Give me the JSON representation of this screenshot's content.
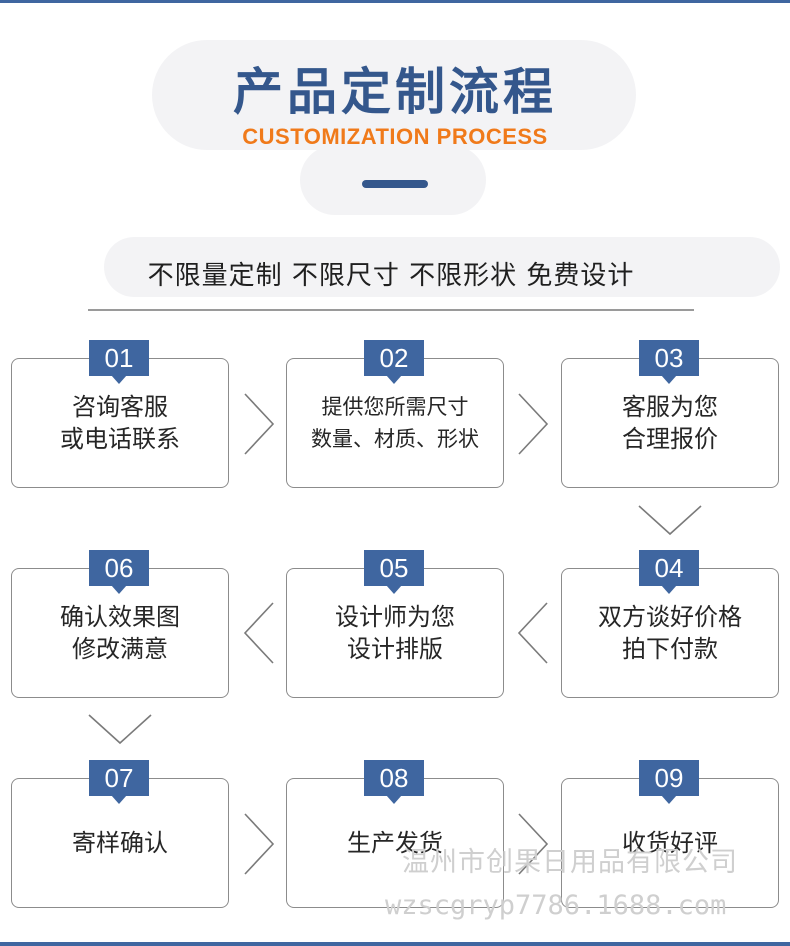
{
  "header": {
    "title": "产品定制流程",
    "subtitle": "CUSTOMIZATION PROCESS",
    "tagline": "不限量定制 不限尺寸 不限形状 免费设计"
  },
  "colors": {
    "accent": "#3f66a0",
    "title": "#34578c",
    "subtitle": "#f07a1a"
  },
  "steps": [
    {
      "num": "01",
      "line1": "咨询客服",
      "line2": "或电话联系"
    },
    {
      "num": "02",
      "line1": "提供您所需尺寸",
      "line2": "数量、材质、形状"
    },
    {
      "num": "03",
      "line1": "客服为您",
      "line2": "合理报价"
    },
    {
      "num": "04",
      "line1": "双方谈好价格",
      "line2": "拍下付款"
    },
    {
      "num": "05",
      "line1": "设计师为您",
      "line2": "设计排版"
    },
    {
      "num": "06",
      "line1": "确认效果图",
      "line2": "修改满意"
    },
    {
      "num": "07",
      "line1": "寄样确认",
      "line2": ""
    },
    {
      "num": "08",
      "line1": "生产发货",
      "line2": ""
    },
    {
      "num": "09",
      "line1": "收货好评",
      "line2": ""
    }
  ],
  "arrow_icons": [
    "chevron-right-icon",
    "chevron-down-icon",
    "chevron-left-icon"
  ],
  "watermark": {
    "company": "温州市创果日用品有限公司",
    "url": "wzscgryp7786.1688.com"
  }
}
